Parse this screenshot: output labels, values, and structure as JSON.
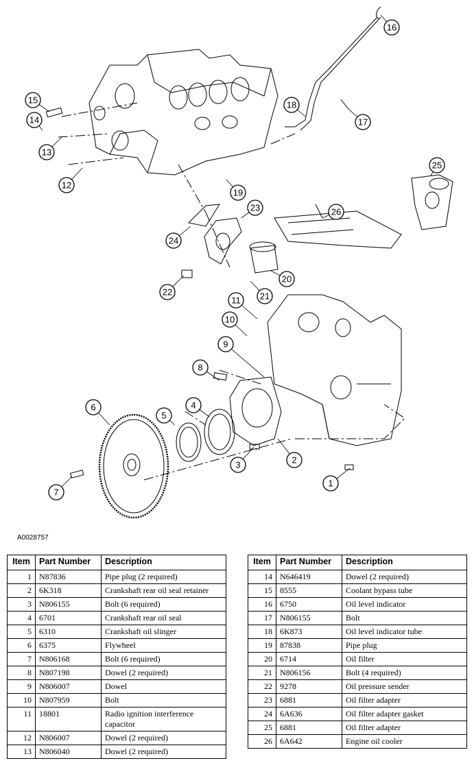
{
  "figure_id": "A0028757",
  "callouts": [
    "1",
    "2",
    "3",
    "4",
    "5",
    "6",
    "7",
    "8",
    "9",
    "10",
    "11",
    "12",
    "13",
    "14",
    "15",
    "16",
    "17",
    "18",
    "19",
    "20",
    "21",
    "22",
    "23",
    "24",
    "25",
    "26"
  ],
  "table_headers": {
    "item": "Item",
    "part_number": "Part Number",
    "description": "Description"
  },
  "parts_left": [
    {
      "item": "1",
      "pn": "N87836",
      "desc": "Pipe plug (2 required)"
    },
    {
      "item": "2",
      "pn": "6K318",
      "desc": "Crankshaft rear oil seal retainer"
    },
    {
      "item": "3",
      "pn": "N806155",
      "desc": "Bolt (6 required)"
    },
    {
      "item": "4",
      "pn": "6701",
      "desc": "Crankshaft rear oil seal"
    },
    {
      "item": "5",
      "pn": "6310",
      "desc": "Crankshaft oil slinger"
    },
    {
      "item": "6",
      "pn": "6375",
      "desc": "Flywheel"
    },
    {
      "item": "7",
      "pn": "N806168",
      "desc": "Bolt (6 required)"
    },
    {
      "item": "8",
      "pn": "N807198",
      "desc": "Dowel (2 required)"
    },
    {
      "item": "9",
      "pn": "N806007",
      "desc": "Dowel"
    },
    {
      "item": "10",
      "pn": "N807959",
      "desc": "Bolt"
    },
    {
      "item": "11",
      "pn": "18801",
      "desc": "Radio ignition interference capacitor"
    },
    {
      "item": "12",
      "pn": "N806007",
      "desc": "Dowel (2 required)"
    },
    {
      "item": "13",
      "pn": "N806040",
      "desc": "Dowel (2 required)"
    }
  ],
  "parts_right": [
    {
      "item": "14",
      "pn": "N646419",
      "desc": "Dowel (2 required)"
    },
    {
      "item": "15",
      "pn": "8555",
      "desc": "Coolant bypass tube"
    },
    {
      "item": "16",
      "pn": "6750",
      "desc": "Oil level indicator"
    },
    {
      "item": "17",
      "pn": "N806155",
      "desc": "Bolt"
    },
    {
      "item": "18",
      "pn": "6K873",
      "desc": "Oil level indicator tube"
    },
    {
      "item": "19",
      "pn": "87838",
      "desc": "Pipe plug"
    },
    {
      "item": "20",
      "pn": "6714",
      "desc": "Oil filter"
    },
    {
      "item": "21",
      "pn": "N806156",
      "desc": "Bolt (4 required)"
    },
    {
      "item": "22",
      "pn": "9278",
      "desc": "Oil pressure sender"
    },
    {
      "item": "23",
      "pn": "6881",
      "desc": "Oil filter adapter"
    },
    {
      "item": "24",
      "pn": "6A636",
      "desc": "Oil filter adapter gasket"
    },
    {
      "item": "25",
      "pn": "6881",
      "desc": "Oil filter adapter"
    },
    {
      "item": "26",
      "pn": "6A642",
      "desc": "Engine oil cooler"
    }
  ]
}
